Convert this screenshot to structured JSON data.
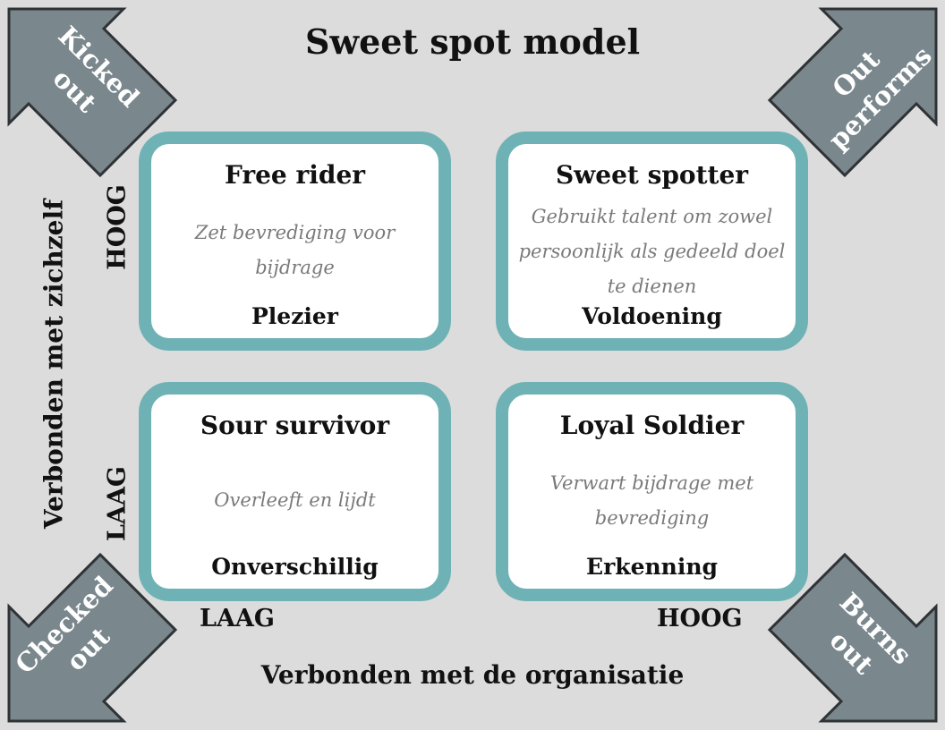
{
  "title": "Sweet spot model",
  "colors": {
    "background": "#dcdcdc",
    "box_border": "#6fb2b5",
    "arrow_fill": "#7a878d",
    "arrow_stroke": "#2f3336",
    "description_text": "#7a7a7a"
  },
  "axes": {
    "y_label": "Verbonden met zichzelf",
    "y_high": "HOOG",
    "y_low": "LAAG",
    "x_label": "Verbonden met de organisatie",
    "x_low": "LAAG",
    "x_high": "HOOG"
  },
  "quadrants": {
    "top_left": {
      "title": "Free rider",
      "description": "Zet bevrediging voor bijdrage",
      "label": "Plezier"
    },
    "top_right": {
      "title": "Sweet spotter",
      "description": "Gebruikt talent om zowel persoonlijk als gedeeld doel te dienen",
      "label": "Voldoening"
    },
    "bottom_left": {
      "title": "Sour survivor",
      "description": "Overleeft en lijdt",
      "label": "Onverschillig"
    },
    "bottom_right": {
      "title": "Loyal Soldier",
      "description": "Verwart bijdrage met bevrediging",
      "label": "Erkenning"
    }
  },
  "arrows": {
    "top_left": {
      "line1": "Kicked",
      "line2": "out"
    },
    "top_right": {
      "line1": "Out",
      "line2": "performs"
    },
    "bottom_left": {
      "line1": "Checked",
      "line2": "out"
    },
    "bottom_right": {
      "line1": "Burns",
      "line2": "out"
    }
  }
}
